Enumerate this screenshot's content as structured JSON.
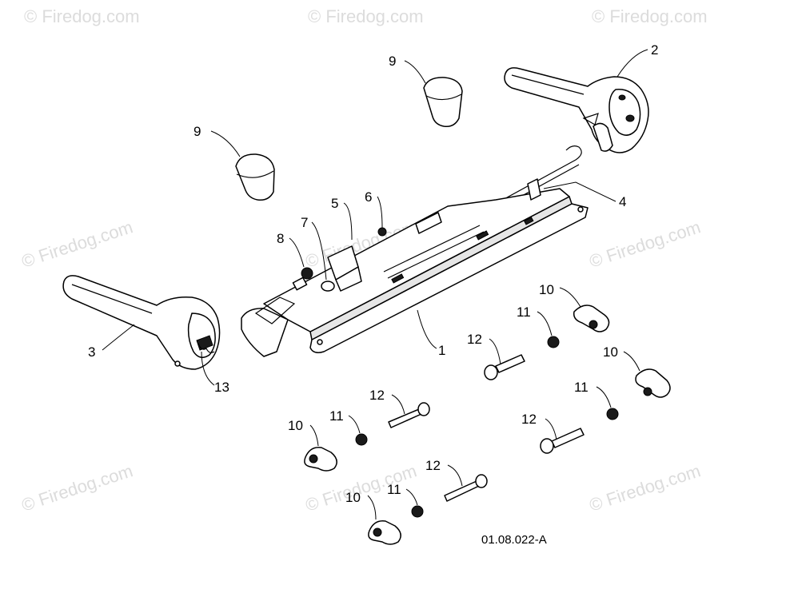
{
  "watermark": {
    "text": "© Firedog.com",
    "color": "#dcdcdc"
  },
  "callouts": [
    {
      "id": "c-1",
      "text": "1"
    },
    {
      "id": "c-2",
      "text": "2"
    },
    {
      "id": "c-3",
      "text": "3"
    },
    {
      "id": "c-4",
      "text": "4"
    },
    {
      "id": "c-5",
      "text": "5"
    },
    {
      "id": "c-6",
      "text": "6"
    },
    {
      "id": "c-7",
      "text": "7"
    },
    {
      "id": "c-8",
      "text": "8"
    },
    {
      "id": "c-9a",
      "text": "9"
    },
    {
      "id": "c-9b",
      "text": "9"
    },
    {
      "id": "c-10a",
      "text": "10"
    },
    {
      "id": "c-10b",
      "text": "10"
    },
    {
      "id": "c-10c",
      "text": "10"
    },
    {
      "id": "c-10d",
      "text": "10"
    },
    {
      "id": "c-11a",
      "text": "11"
    },
    {
      "id": "c-11b",
      "text": "11"
    },
    {
      "id": "c-11c",
      "text": "11"
    },
    {
      "id": "c-11d",
      "text": "11"
    },
    {
      "id": "c-12a",
      "text": "12"
    },
    {
      "id": "c-12b",
      "text": "12"
    },
    {
      "id": "c-12c",
      "text": "12"
    },
    {
      "id": "c-12d",
      "text": "12"
    },
    {
      "id": "c-13",
      "text": "13"
    }
  ],
  "drawing_code": "01.08.022-A"
}
